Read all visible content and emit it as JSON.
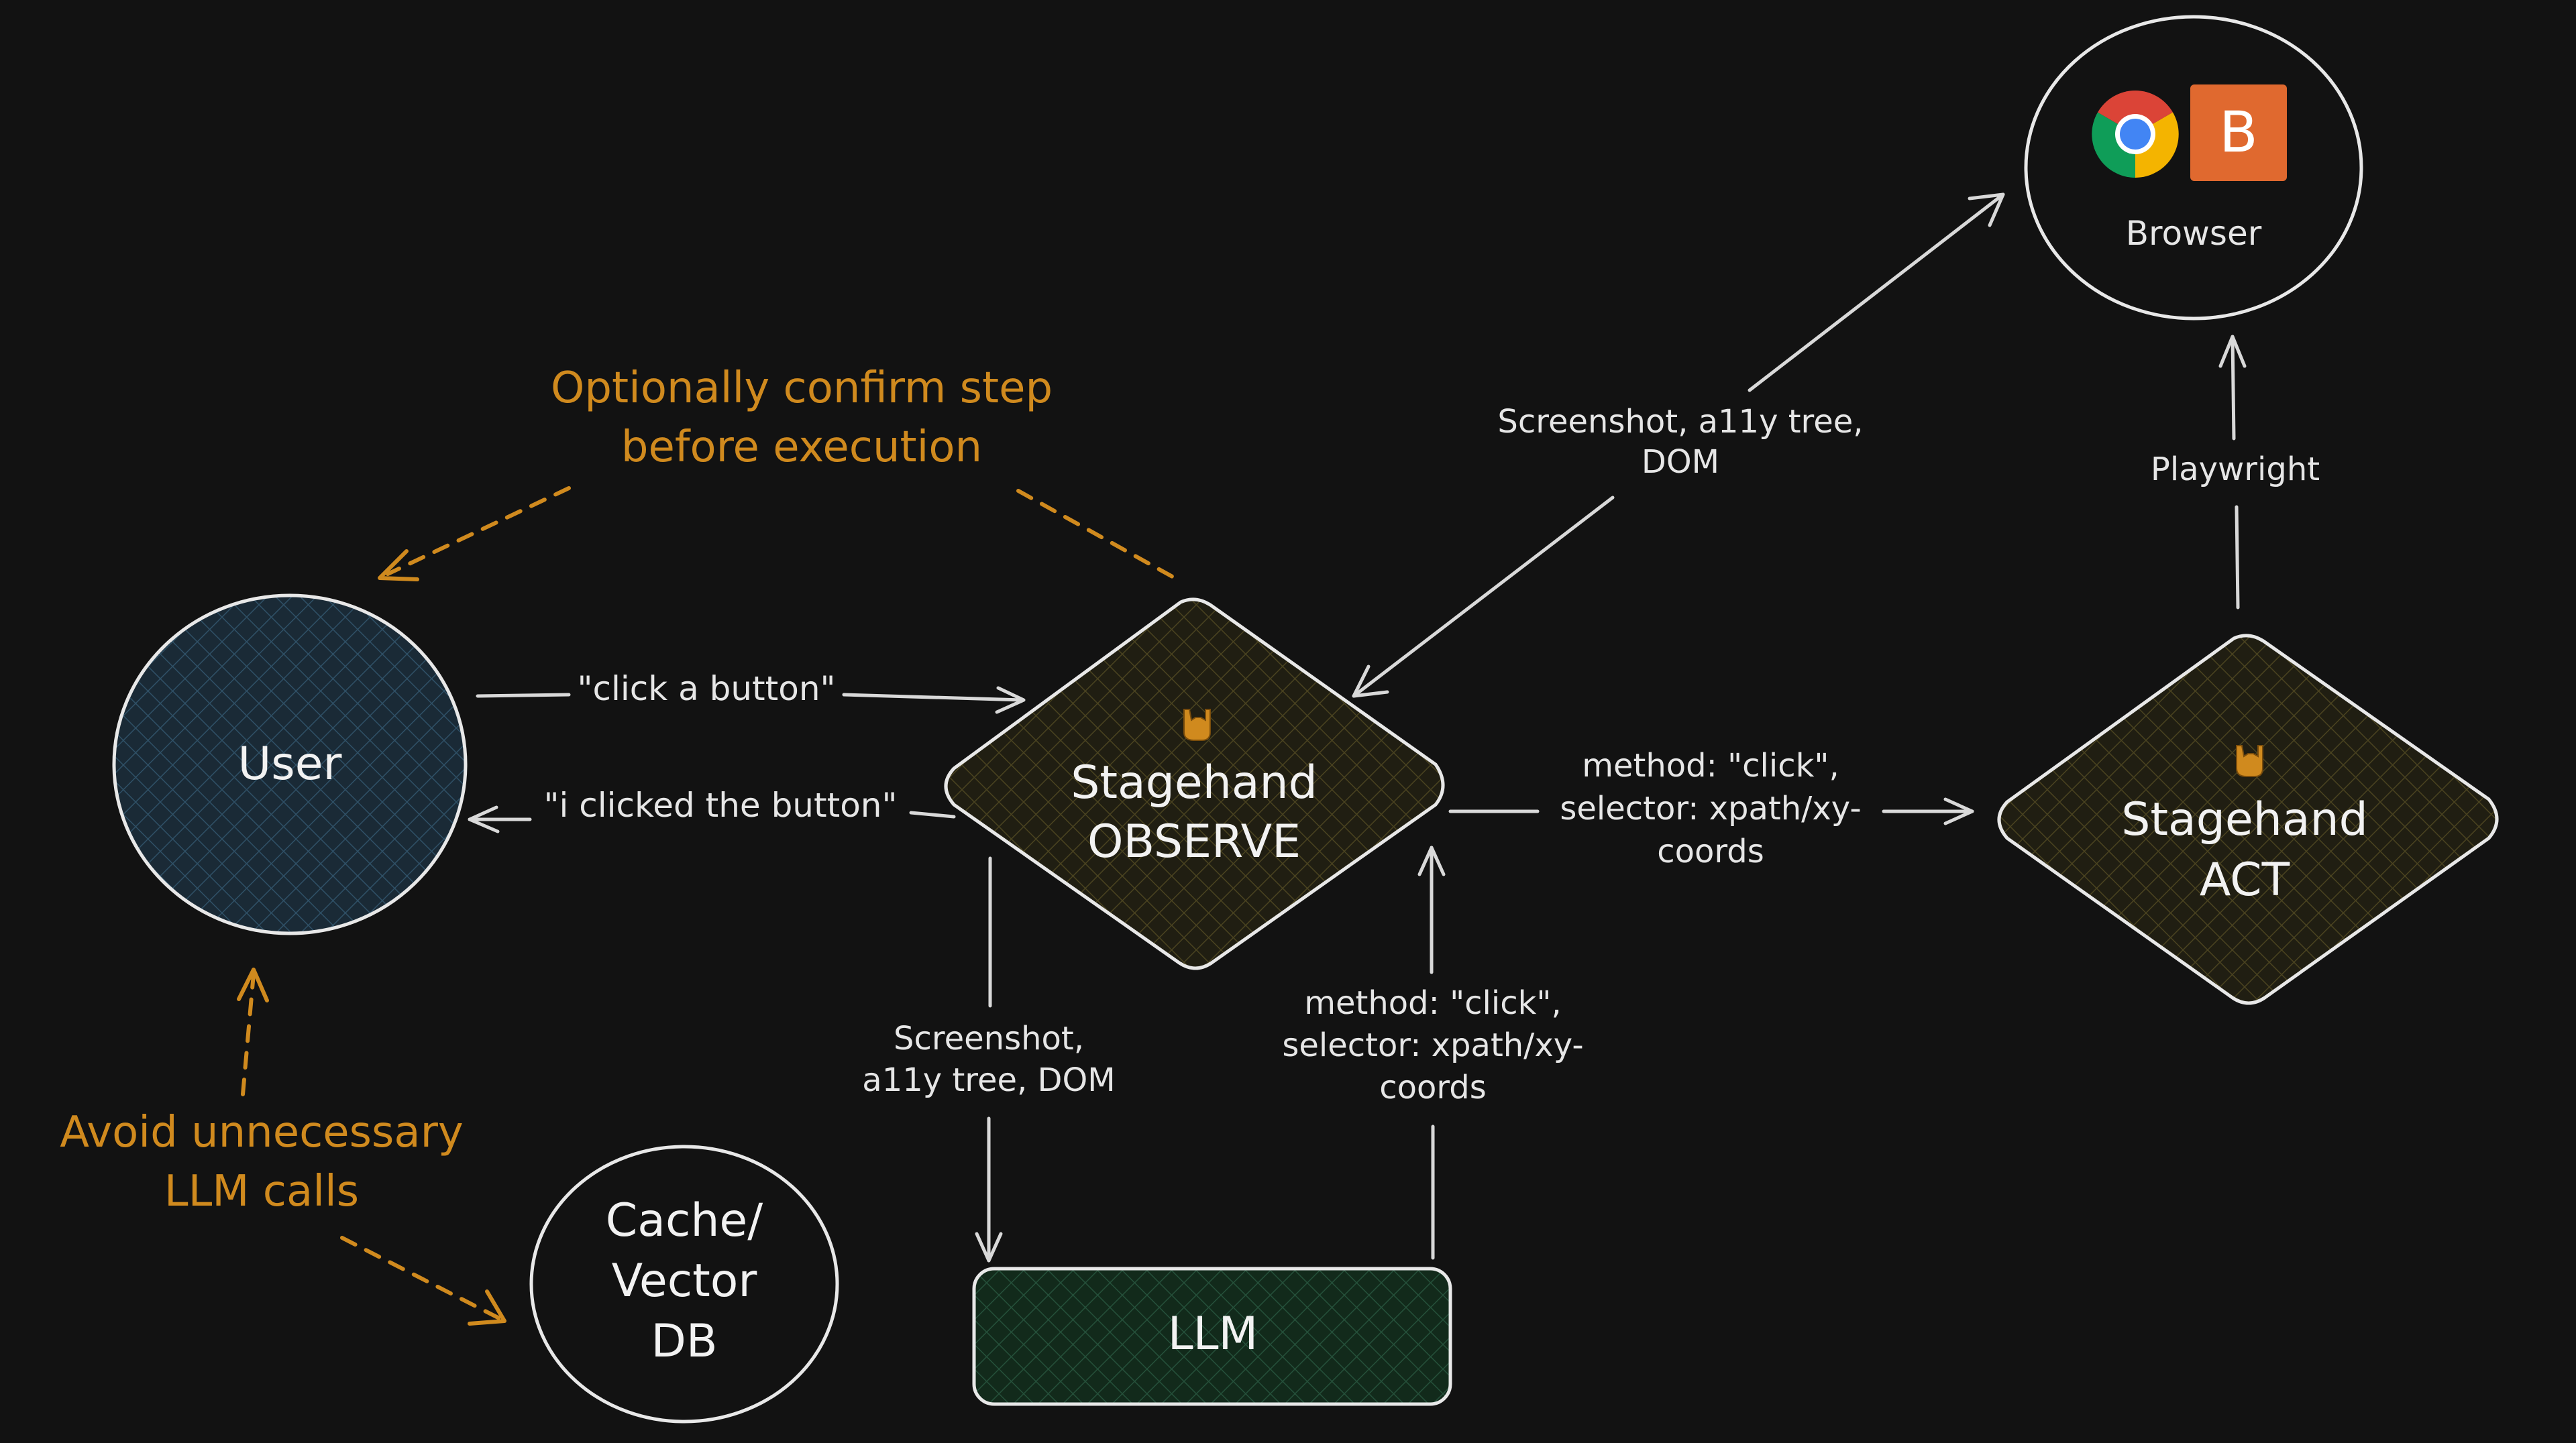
{
  "nodes": {
    "user": {
      "label": "User"
    },
    "observe": {
      "line1": "Stagehand",
      "line2": "OBSERVE",
      "icon": "rock-hand-icon"
    },
    "act": {
      "line1": "Stagehand",
      "line2": "ACT",
      "icon": "rock-hand-icon"
    },
    "browser": {
      "label": "Browser",
      "chrome_icon": "chrome-icon",
      "b_icon_letter": "B"
    },
    "llm": {
      "label": "LLM"
    },
    "cache": {
      "line1": "Cache/",
      "line2": "Vector",
      "line3": "DB"
    }
  },
  "edges": {
    "user_to_observe": "\"click a button\"",
    "observe_to_user": "\"i clicked the button\"",
    "browser_observe": {
      "line1": "Screenshot, a11y tree,",
      "line2": "DOM"
    },
    "playwright": "Playwright",
    "observe_to_act": {
      "line1": "method: \"click\",",
      "line2": "selector: xpath/xy-",
      "line3": "coords"
    },
    "observe_to_llm": {
      "line1": "Screenshot,",
      "line2": "a11y tree, DOM"
    },
    "llm_to_observe": {
      "line1": "method: \"click\",",
      "line2": "selector: xpath/xy-",
      "line3": "coords"
    }
  },
  "notes": {
    "confirm": {
      "line1": "Optionally confirm step",
      "line2": "before execution"
    },
    "avoid": {
      "line1": "Avoid unnecessary",
      "line2": "LLM calls"
    }
  },
  "colors": {
    "background": "#121212",
    "annotation": "#d08a1e",
    "user_fill": "#1c2e3c",
    "stagehand_fill": "#2a2614",
    "llm_fill": "#14301f",
    "browser_b": "#e0692f"
  }
}
